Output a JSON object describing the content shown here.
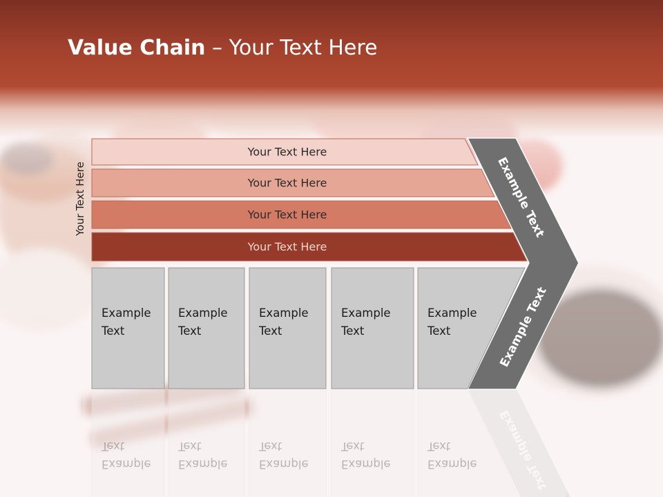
{
  "title": {
    "bold": "Value Chain",
    "rest": " – Your Text Here"
  },
  "side_label": "Your Text Here",
  "rows": [
    {
      "label": "Your Text Here",
      "color": "#f2d2cb",
      "text_color": "#2a2a2a"
    },
    {
      "label": "Your Text Here",
      "color": "#e5a696",
      "text_color": "#2a2a2a"
    },
    {
      "label": "Your Text Here",
      "color": "#d47b66",
      "text_color": "#2a2a2a"
    },
    {
      "label": "Your Text Here",
      "color": "#963a2a",
      "text_color": "#f3d6cf"
    }
  ],
  "boxes": [
    {
      "line1": "Example",
      "line2": "Text"
    },
    {
      "line1": "Example",
      "line2": "Text"
    },
    {
      "line1": "Example",
      "line2": "Text"
    },
    {
      "line1": "Example",
      "line2": "Text"
    },
    {
      "line1": "Example",
      "line2": "Text"
    }
  ],
  "arrow": {
    "upper_label": "Example Text",
    "lower_label": "Example Text",
    "color": "#6f6f6f"
  },
  "colors": {
    "title_bar": "#a2412d",
    "box_fill": "#cbcbcb",
    "box_stroke": "#9a9a9a"
  }
}
